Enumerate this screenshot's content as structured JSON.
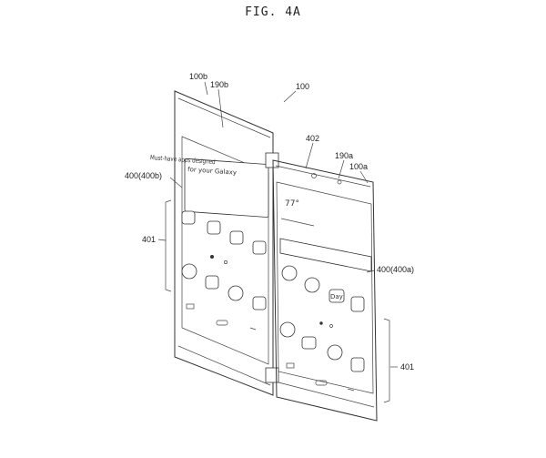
{
  "figure": {
    "title": "FIG. 4A"
  },
  "labels": {
    "device": "100",
    "right_device": "100a",
    "left_device": "100b",
    "right_camera": "190a",
    "left_camera": "190b",
    "hinge": "402",
    "left_screen": "400(400b)",
    "right_screen": "400(400a)",
    "left_side": "401",
    "right_side": "401"
  },
  "screen_content": {
    "left_banner_line1": "Must-have apps designed",
    "left_banner_line2": "for your Galaxy",
    "weather": "77°",
    "app_day": "Day"
  }
}
